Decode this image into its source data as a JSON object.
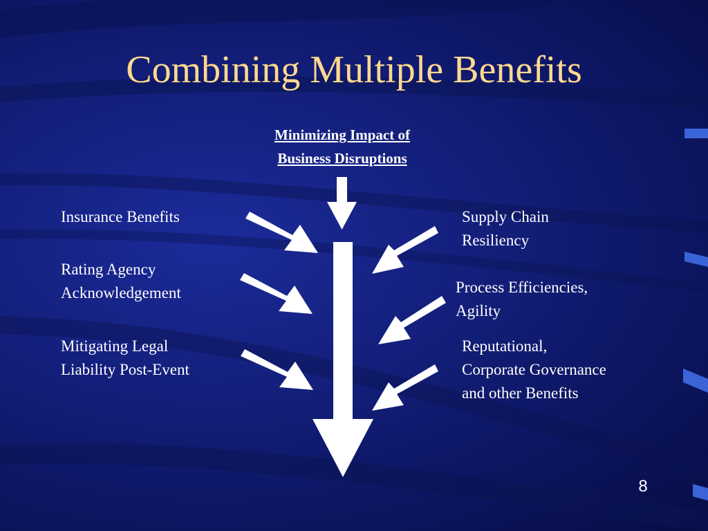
{
  "slide": {
    "title": "Combining Multiple Benefits",
    "page_number": "8",
    "colors": {
      "background": "#14207d",
      "title": "#ffd98f",
      "text": "#ffffff",
      "arrow": "#ffffff",
      "accent_marks": "#3a64d8"
    }
  },
  "diagram": {
    "header_line1": "Minimizing Impact of",
    "header_line2": "Business Disruptions",
    "left": [
      {
        "line1": "Insurance Benefits",
        "line2": ""
      },
      {
        "line1": "Rating Agency",
        "line2": "Acknowledgement"
      },
      {
        "line1": "Mitigating Legal",
        "line2": "Liability Post-Event"
      }
    ],
    "right": [
      {
        "line1": "Supply Chain",
        "line2": "Resiliency",
        "line3": ""
      },
      {
        "line1": "Process Efficiencies,",
        "line2": "Agility",
        "line3": ""
      },
      {
        "line1": "Reputational,",
        "line2": "Corporate Governance",
        "line3": "and other Benefits"
      }
    ]
  }
}
